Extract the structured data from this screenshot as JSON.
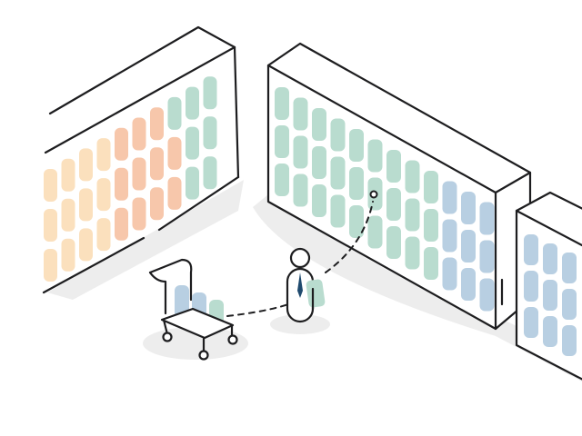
{
  "scene": {
    "colors": {
      "outline": "#1d1d1f",
      "shadow": "#ededed",
      "background": "#ffffff",
      "teal": "#b9dccf",
      "blue": "#b8cfe2",
      "orange": "#f7c7ab",
      "light_orange": "#fbe0bd",
      "tie": "#1f4a6e"
    },
    "left_shelf": {
      "icon": "storage-rack",
      "rows": [
        [
          "light_orange",
          "light_orange",
          "light_orange",
          "light_orange",
          "orange",
          "orange",
          "orange",
          "teal",
          "teal",
          "teal"
        ],
        [
          "light_orange",
          "light_orange",
          "light_orange",
          "light_orange",
          "orange",
          "orange",
          "orange",
          "orange",
          "teal",
          "teal"
        ],
        [
          "light_orange",
          "light_orange",
          "light_orange",
          "light_orange",
          "orange",
          "orange",
          "orange",
          "orange",
          "teal",
          "teal"
        ]
      ]
    },
    "center_shelf": {
      "icon": "storage-rack",
      "rows": [
        [
          "teal",
          "teal",
          "teal",
          "teal",
          "teal",
          "teal",
          "teal",
          "teal",
          "teal",
          "blue",
          "blue",
          "blue"
        ],
        [
          "teal",
          "teal",
          "teal",
          "teal",
          "teal",
          "teal",
          "teal",
          "teal",
          "teal",
          "blue",
          "blue",
          "blue"
        ],
        [
          "teal",
          "teal",
          "teal",
          "teal",
          "teal",
          "teal",
          "teal",
          "teal",
          "teal",
          "blue",
          "blue",
          "blue"
        ]
      ]
    },
    "right_shelf": {
      "icon": "storage-rack",
      "rows": [
        [
          "blue",
          "blue",
          "blue"
        ],
        [
          "blue",
          "blue",
          "blue"
        ],
        [
          "blue",
          "blue",
          "blue"
        ]
      ]
    },
    "cart": {
      "icon": "book-cart",
      "items": [
        "blue",
        "blue",
        "teal"
      ]
    },
    "person": {
      "icon": "librarian-figure",
      "holding": "teal"
    },
    "path": {
      "icon": "dashed-route"
    }
  }
}
